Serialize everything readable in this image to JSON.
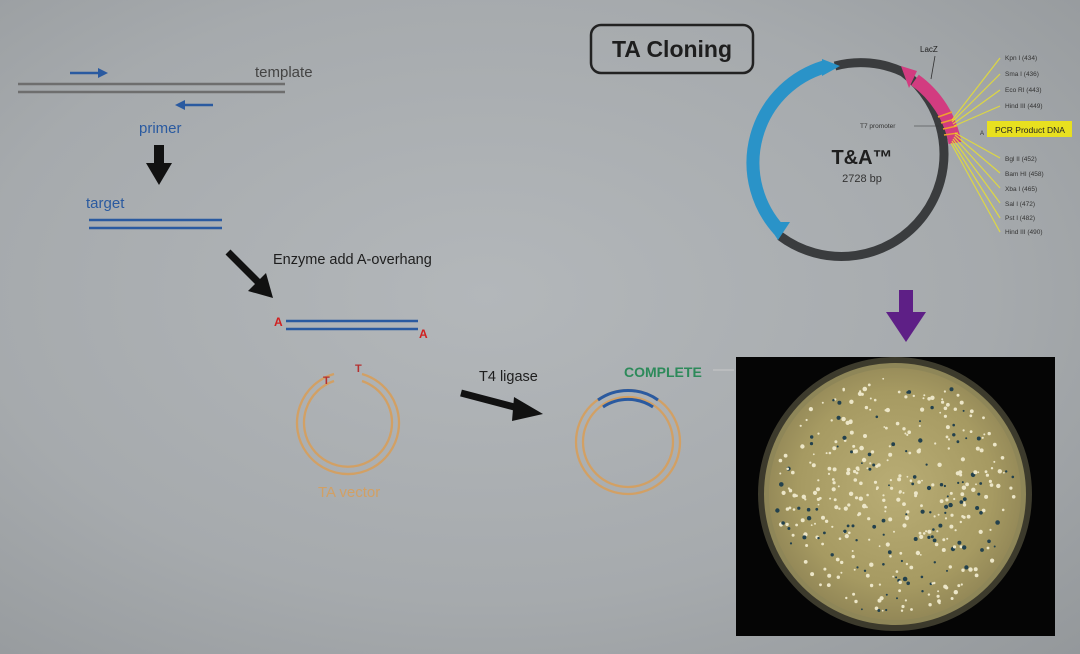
{
  "title": "TA Cloning",
  "pcr": {
    "template_label": "template",
    "primer_label": "primer",
    "target_label": "target"
  },
  "steps": {
    "enzyme_label": "Enzyme add A-overhang",
    "a_left": "A",
    "a_right": "A",
    "t_left": "T",
    "t_right": "T",
    "vector_label": "TA vector",
    "ligase_label": "T4 ligase",
    "complete_label": "COMPLETE"
  },
  "plasmid": {
    "name": "T&A™",
    "size": "2728 bp",
    "lacz_label": "LacZ",
    "promoter_label": "T7 promoter",
    "insert_label": "PCR Product DNA",
    "insert_marker": "A",
    "sites_top": [
      "Kpn I (434)",
      "Sma I (436)",
      "Eco RI (443)",
      "Hind III (449)"
    ],
    "sites_bottom": [
      "Bgl II (452)",
      "Bam HI (458)",
      "Xba I (465)",
      "Sal I (472)",
      "Pst I (482)",
      "Hind III (490)"
    ]
  },
  "colors": {
    "dna_blue": "#2a5aa0",
    "template_gray": "#6e6e6e",
    "vector_orange": "#d2a064",
    "complete_green": "#2d8a5a",
    "arrow_purple": "#5e1f86",
    "lacz_pink": "#d23c80",
    "backbone_blue": "#2a93c8",
    "highlight_yellow": "#f2e820",
    "overhang_red": "#d02020"
  }
}
